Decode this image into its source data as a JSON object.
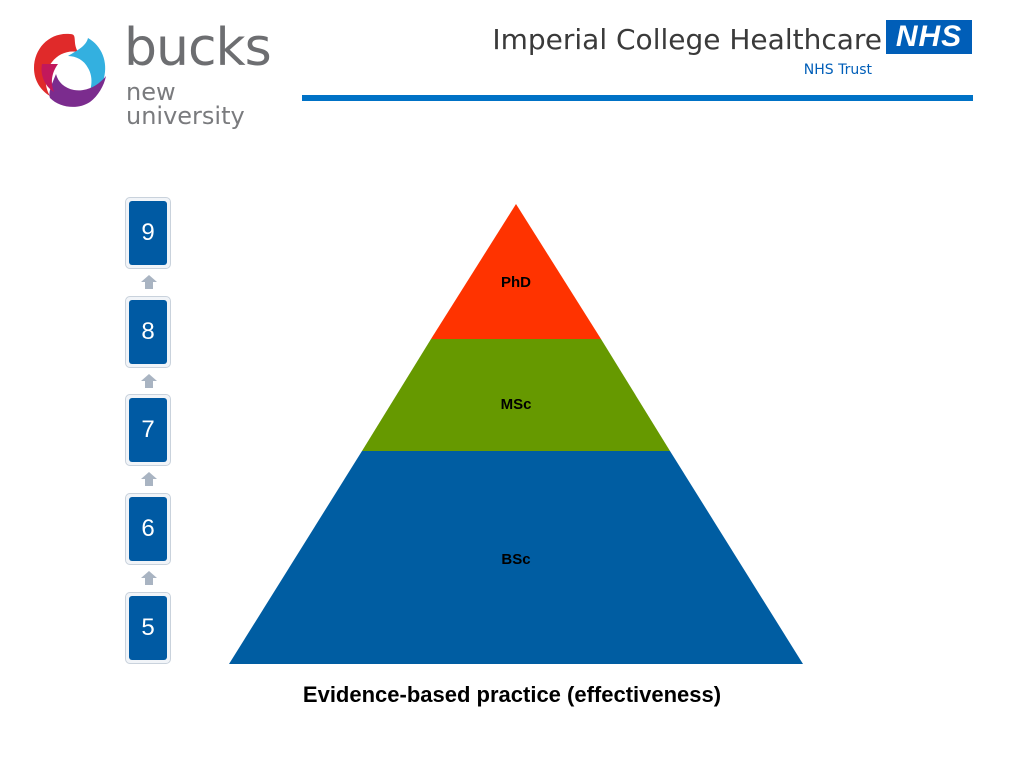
{
  "header": {
    "university_logo": {
      "word": "bucks",
      "sub": "new university"
    },
    "trust": {
      "name": "Imperial College Healthcare",
      "badge": "NHS",
      "sub": "NHS Trust"
    },
    "colors": {
      "nhs_blue": "#005eb8",
      "rule": "#0072c6",
      "logo_grey": "#6d6e71"
    }
  },
  "levels": [
    {
      "label": "9"
    },
    {
      "label": "8"
    },
    {
      "label": "7"
    },
    {
      "label": "6"
    },
    {
      "label": "5"
    }
  ],
  "pyramid": {
    "tiers": [
      {
        "label": "PhD",
        "color": "#ff3300"
      },
      {
        "label": "MSc",
        "color": "#669900"
      },
      {
        "label": "BSc",
        "color": "#005da2"
      }
    ]
  },
  "caption": "Evidence-based practice (effectiveness)",
  "icons": {
    "level_arrow": "up-arrow-icon"
  }
}
